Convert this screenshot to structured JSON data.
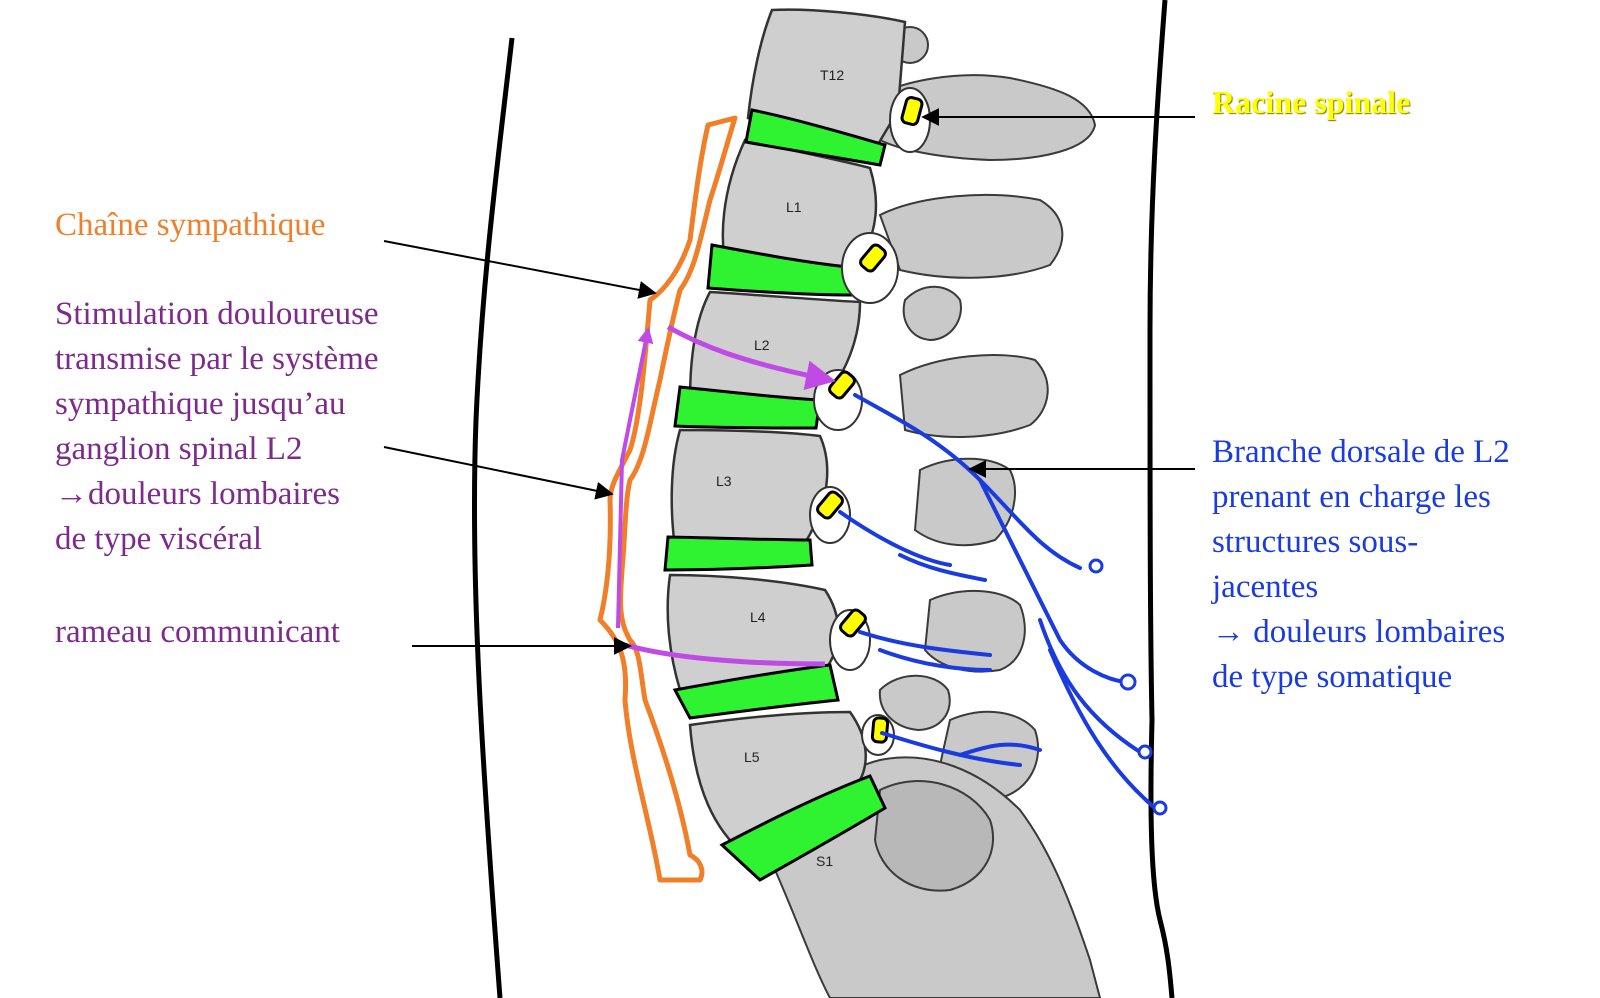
{
  "labels": {
    "sympathetic_chain": "Chaîne sympathique",
    "visceral": "Stimulation douloureuse\ntransmise par le système\nsympathique jusqu’au\nganglion spinal L2\n→douleurs lombaires\n   de type viscéral",
    "communicating_ramus": "rameau communicant",
    "spinal_root": "Racine spinale",
    "dorsal_branch": "Branche dorsale de L2\nprenant en charge les\nstructures sous-\njacentes\n→ douleurs lombaires\n    de type somatique"
  },
  "vertebrae": [
    "T12",
    "L1",
    "L2",
    "L3",
    "L4",
    "L5",
    "S1"
  ],
  "colors": {
    "sympathetic": "#f07f2a",
    "purple_text": "#7d2a8c",
    "purple_line": "#c04ae6",
    "dorsal": "#1a3be0",
    "root": "#ffff00",
    "disc": "#2ff231",
    "bone": "#c9c9c9",
    "outline": "#000000"
  }
}
